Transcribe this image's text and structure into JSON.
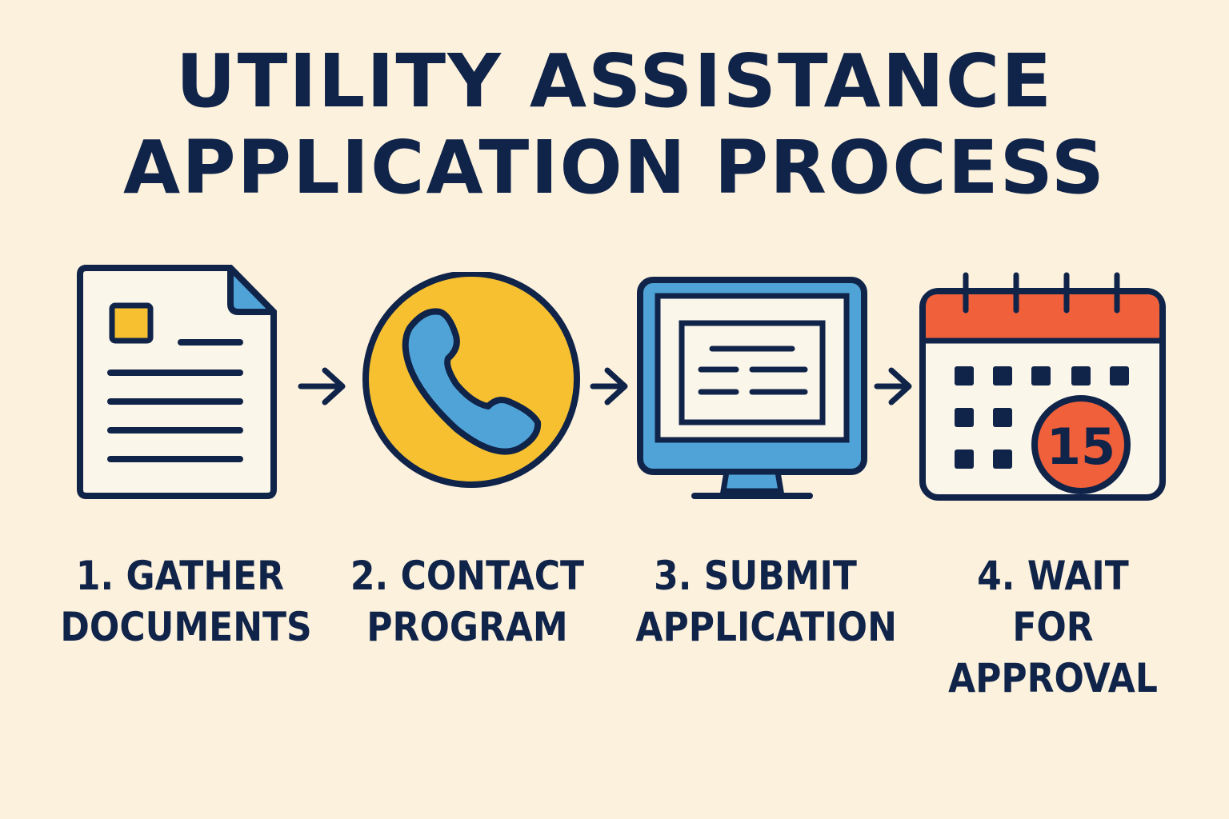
{
  "title": {
    "line1": "UTILITY ASSISTANCE",
    "line2": "APPLICATION PROCESS"
  },
  "steps": [
    {
      "line1": "1. GATHER",
      "line2": "DOCUMENTS",
      "icon": "document-icon"
    },
    {
      "line1": "2. CONTACT",
      "line2": "PROGRAM",
      "icon": "phone-icon"
    },
    {
      "line1": "3. SUBMIT",
      "line2": "APPLICATION",
      "icon": "computer-icon"
    },
    {
      "line1": "4. WAIT FOR",
      "line2": "APPROVAL",
      "icon": "calendar-icon"
    }
  ],
  "calendar_day": "15",
  "colors": {
    "navy": "#10244a",
    "yellow": "#f6c030",
    "blue": "#4fa3d6",
    "red": "#f0603a",
    "bg": "#fcf1dc"
  }
}
